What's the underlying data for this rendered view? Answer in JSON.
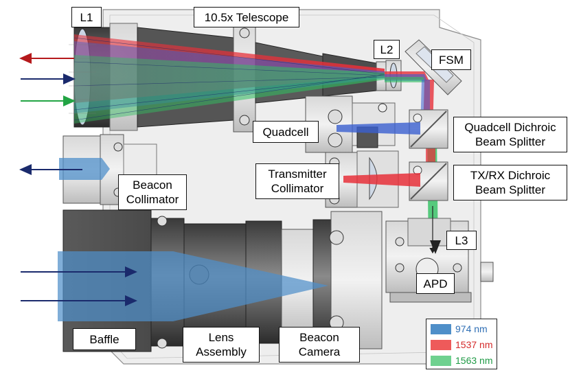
{
  "labels": {
    "l1": "L1",
    "telescope": "10.5x Telescope",
    "l2": "L2",
    "fsm": "FSM",
    "quadcell": "Quadcell",
    "quadcell_dichroic": [
      "Quadcell Dichroic",
      "Beam Splitter"
    ],
    "transmitter_collimator": [
      "Transmitter",
      "Collimator"
    ],
    "txrx_dichroic": [
      "TX/RX Dichroic",
      "Beam Splitter"
    ],
    "beacon_collimator": [
      "Beacon",
      "Collimator"
    ],
    "l3": "L3",
    "apd": "APD",
    "baffle": "Baffle",
    "lens_assembly": [
      "Lens",
      "Assembly"
    ],
    "beacon_camera": [
      "Beacon",
      "Camera"
    ]
  },
  "legend": [
    {
      "label": "974 nm",
      "color": "#4f8fc9",
      "text_color": "#2f6fb5"
    },
    {
      "label": "1537 nm",
      "color": "#ee5a5a",
      "text_color": "#d42a2a"
    },
    {
      "label": "1563 nm",
      "color": "#6fd18f",
      "text_color": "#1f9a45"
    }
  ],
  "colors": {
    "beam_974": "#3f82c8",
    "beam_1537": "#e8383c",
    "beam_1563": "#3cc06a",
    "arrow_red": "#b5191c",
    "arrow_navy": "#1a2a6c",
    "arrow_green": "#22a444"
  }
}
